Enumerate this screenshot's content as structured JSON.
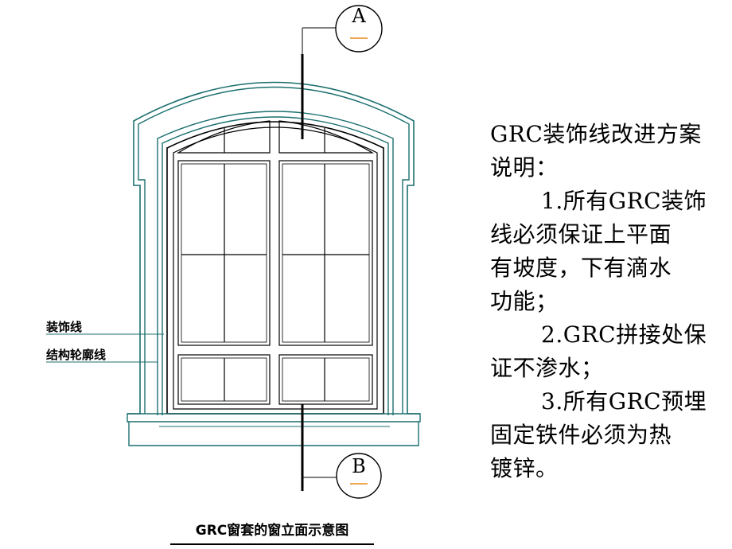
{
  "callouts": {
    "top": "A",
    "bottom": "B"
  },
  "labels": {
    "decorative_line": "装饰线",
    "structural_outline": "结构轮廓线"
  },
  "caption": "GRC窗套的窗立面示意图",
  "notes": {
    "title_line1": "GRC装饰线改进方案",
    "title_line2": "说明：",
    "lines": [
      "1.所有GRC装饰",
      "线必须保证上平面",
      "有坡度，下有滴水",
      "功能；",
      "2.GRC拼接处保",
      "证不渗水；",
      "3.所有GRC预埋",
      "固定铁件必须为热",
      "镀锌。"
    ]
  },
  "colors": {
    "outline": "#1c6f6f",
    "frame": "#000000",
    "marker": "#e8891a"
  }
}
